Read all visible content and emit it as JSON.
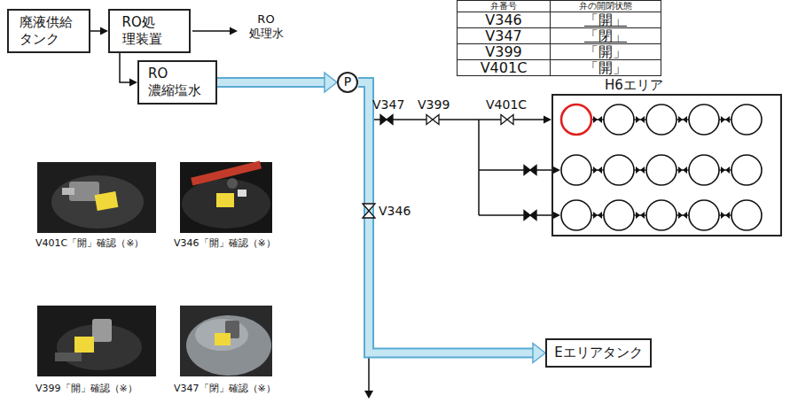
{
  "diagram": {
    "nodes": [
      {
        "text": [
          "廃液供給 タンク"
        ]
      },
      {
        "text": [
          "RO処 理装置"
        ]
      },
      {
        "text": [
          "RO 濃縮塩水"
        ]
      },
      {
        "text": [
          "P"
        ]
      },
      {
        "text": [
          "Eエリアタンク"
        ]
      },
      {
        "text": [
          "H6エリア"
        ]
      }
    ],
    "edges": [
      {
        "from": 0,
        "to": 1,
        "arrow": "to"
      },
      {
        "from": 1,
        "to": 2,
        "arrow": "to"
      },
      {
        "from": 2,
        "to": 3,
        "arrow": "to"
      },
      {
        "from": 3,
        "to": 4,
        "arrow": "to"
      },
      {
        "from": 3,
        "to": 5,
        "arrow": "to"
      }
    ],
    "labels": [
      "RO 処理水",
      "弁番号",
      "弁の開閉状態",
      "V346",
      "「開」",
      "V347",
      "「閉」",
      "V399",
      "「開」",
      "V401C",
      "「開」",
      "V347",
      "V399",
      "V401C",
      "V346",
      "V401C「開」確認（※）",
      "V346「開」確認（※）",
      "V399「開」確認（※）",
      "V347「閉」確認（※）"
    ]
  }
}
